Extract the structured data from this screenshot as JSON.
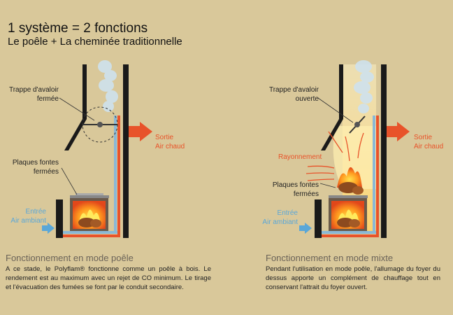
{
  "title": "1 système = 2 fonctions",
  "subtitle": "Le poêle + La cheminée traditionnelle",
  "left": {
    "trappe": "Trappe d'avaloir\nfermée",
    "plaques": "Plaques fontes\nfermées",
    "sortie": "Sortie\nAir chaud",
    "entree": "Entrée\nAir ambiant",
    "section_title": "Fonctionnement en mode poêle",
    "text": "A ce stade, le Polyflam® fonctionne comme un poêle à bois. Le rendement est au maximum avec un rejet de CO minimum. Le tirage et l'évacuation des fumées se font par le conduit secondaire."
  },
  "right": {
    "trappe": "Trappe d'avaloir\nouverte",
    "rayonnement": "Rayonnement",
    "plaques": "Plaques fontes\nfermées",
    "sortie": "Sortie\nAir chaud",
    "entree": "Entrée\nAir ambiant",
    "section_title": "Fonctionnement en mode mixte",
    "text": "Pendant l'utilisation en mode poêle, l'allumage du foyer du dessus apporte un complément de chauffage tout en conservant l'attrait du foyer ouvert."
  },
  "colors": {
    "background": "#d9c89a",
    "hot_air": "#e8532a",
    "ambient_air": "#5aa7d8",
    "wall": "#1a1a1a"
  }
}
